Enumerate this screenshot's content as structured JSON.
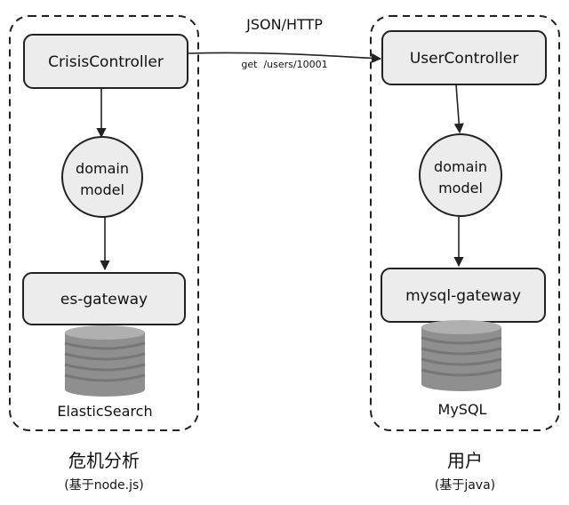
{
  "left_system": {
    "controller_label": "CrisisController",
    "model_line1": "domain",
    "model_line2": "model",
    "gateway_label": "es-gateway",
    "db_label": "ElasticSearch",
    "caption_title": "危机分析",
    "caption_sub": "(基于node.js)"
  },
  "right_system": {
    "controller_label": "UserController",
    "model_line1": "domain",
    "model_line2": "model",
    "gateway_label": "mysql-gateway",
    "db_label": "MySQL",
    "caption_title": "用户",
    "caption_sub": "(基于java)"
  },
  "connection": {
    "protocol": "JSON/HTTP",
    "request": "get  /users/10001"
  },
  "colors": {
    "box_fill": "#ececec",
    "stroke": "#222222",
    "db_fill": "#8f8f8f",
    "db_band": "#777777",
    "db_top": "#b0b0b0"
  }
}
